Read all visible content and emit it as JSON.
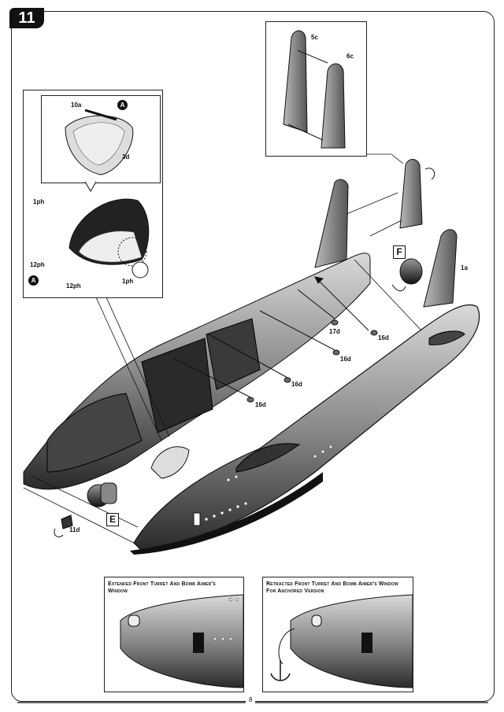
{
  "step": "11",
  "page_number": "8",
  "labels": {
    "p5c": "5c",
    "p6c": "6c",
    "p10a": "10a",
    "p3d": "3d",
    "p1ph_a": "1ph",
    "p12ph_a": "12ph",
    "p12ph_b": "12ph",
    "p1ph_b": "1ph",
    "p17d": "17d",
    "p16d_a": "16d",
    "p16d_b": "16d",
    "p16d_c": "16d",
    "p16d_d": "16d",
    "p1a": "1a",
    "p11d": "11d"
  },
  "markers": {
    "a_top": "A",
    "a_left": "A"
  },
  "letters": {
    "f": "F",
    "e": "E"
  },
  "captions": {
    "extended": "Extended Front Turret And Bomb Aimer's Window",
    "retracted": "Retracted Front Turret And Bomb Aimer's Window For Anchored Version"
  }
}
